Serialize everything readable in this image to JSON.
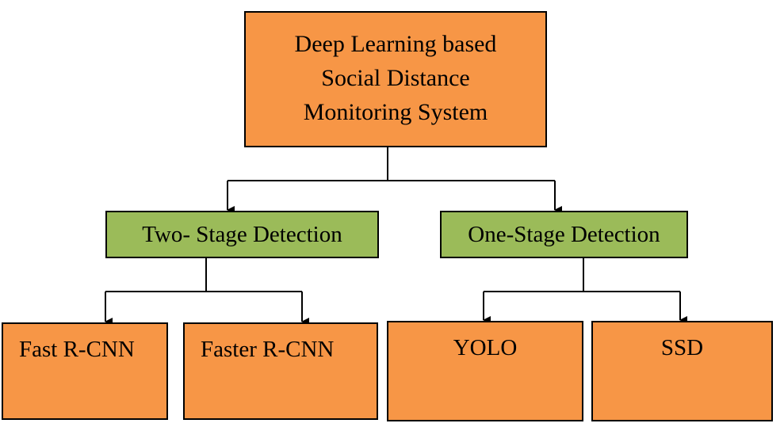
{
  "diagram": {
    "root": {
      "lines": [
        "Deep Learning based",
        "Social Distance",
        "Monitoring System"
      ]
    },
    "two_stage": {
      "label": "Two- Stage Detection",
      "children": [
        "Fast R-CNN",
        "Faster R-CNN"
      ]
    },
    "one_stage": {
      "label": "One-Stage Detection",
      "children": [
        "YOLO",
        "SSD"
      ]
    },
    "colors": {
      "box_orange": "#f79646",
      "box_green": "#9bbb59",
      "border": "#000000"
    }
  }
}
